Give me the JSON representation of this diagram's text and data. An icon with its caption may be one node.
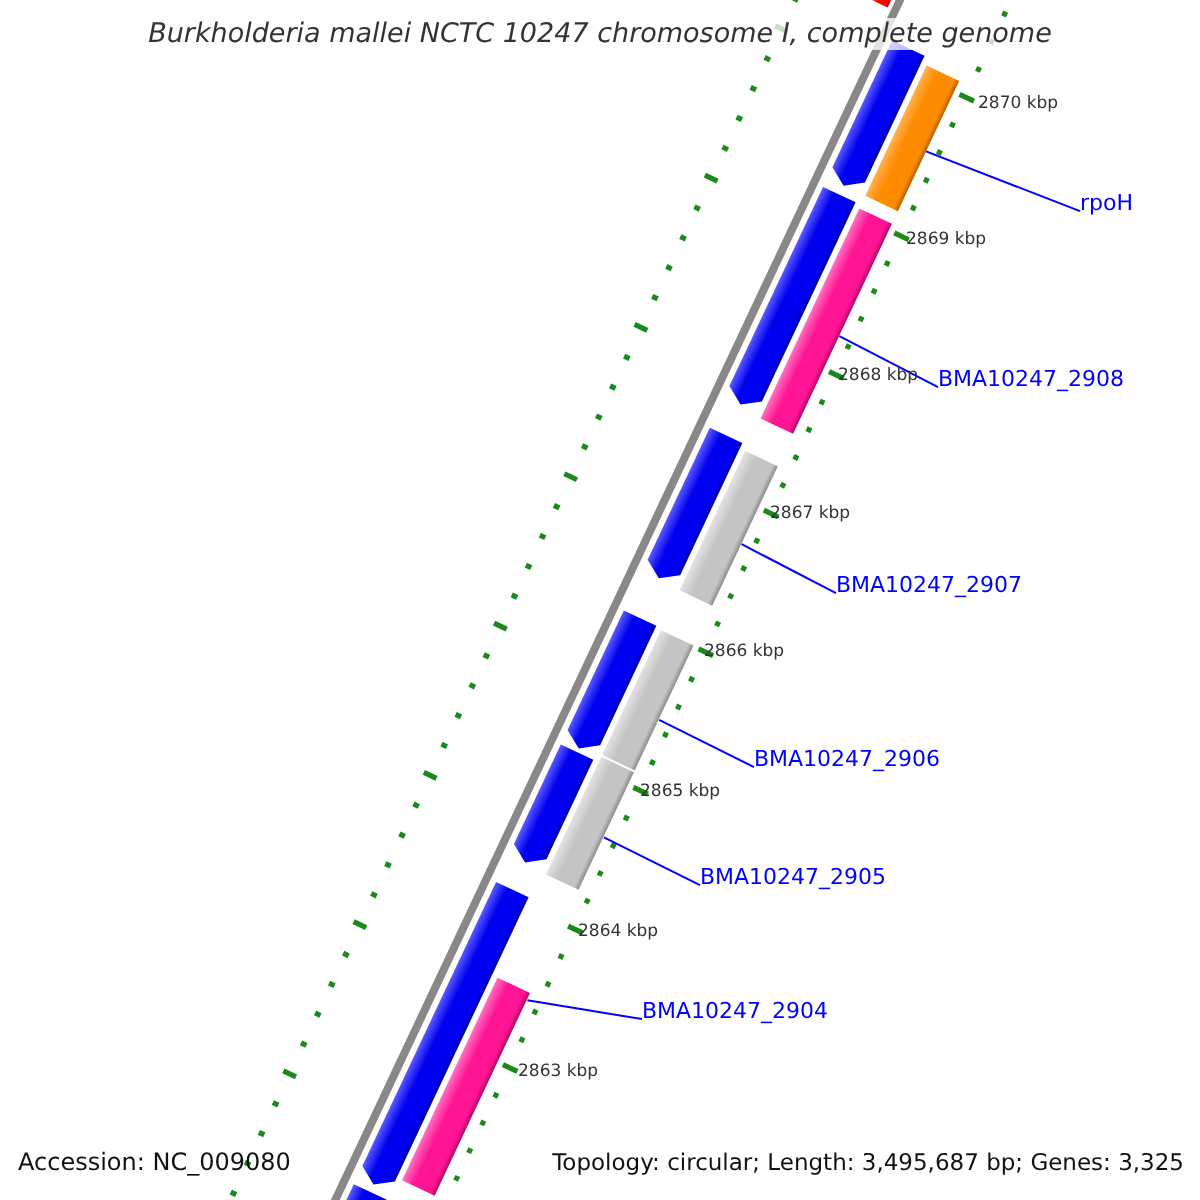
{
  "diagram": {
    "title": "Burkholderia mallei NCTC 10247 chromosome I, complete genome",
    "nodes": [
      {
        "text": [
          "rpoH"
        ]
      },
      {
        "text": [
          "BMA10247_2908"
        ]
      },
      {
        "text": [
          "BMA10247_2907"
        ]
      },
      {
        "text": [
          "BMA10247_2906"
        ]
      },
      {
        "text": [
          "BMA10247_2905"
        ]
      },
      {
        "text": [
          "BMA10247_2904"
        ]
      },
      {
        "text": [],
        "shape": "bar"
      },
      {
        "text": [],
        "shape": "bar"
      },
      {
        "text": [],
        "shape": "bar"
      },
      {
        "text": [],
        "shape": "bar"
      },
      {
        "text": [],
        "shape": "bar"
      },
      {
        "text": [],
        "shape": "bar"
      },
      {
        "text": [],
        "shape": "arrow"
      },
      {
        "text": [],
        "shape": "arrow"
      },
      {
        "text": [],
        "shape": "arrow"
      },
      {
        "text": [],
        "shape": "arrow"
      },
      {
        "text": [],
        "shape": "arrow"
      },
      {
        "text": [],
        "shape": "arrow"
      },
      {
        "text": [],
        "shape": "arrow"
      },
      {
        "text": [],
        "shape": "bar"
      }
    ],
    "edges": [
      {
        "from": 0,
        "to": 6,
        "arrow": "none"
      },
      {
        "from": 1,
        "to": 7,
        "arrow": "none"
      },
      {
        "from": 2,
        "to": 8,
        "arrow": "none"
      },
      {
        "from": 3,
        "to": 9,
        "arrow": "none"
      },
      {
        "from": 4,
        "to": 10,
        "arrow": "none"
      },
      {
        "from": 5,
        "to": 11,
        "arrow": "none"
      }
    ],
    "labels": [
      "2870 kbp",
      "2869 kbp",
      "2868 kbp",
      "2867 kbp",
      "2866 kbp",
      "2865 kbp",
      "2864 kbp",
      "2863 kbp",
      "Accession: NC_009080",
      "Topology: circular; Length: 3,495,687 bp; Genes: 3,325"
    ]
  }
}
